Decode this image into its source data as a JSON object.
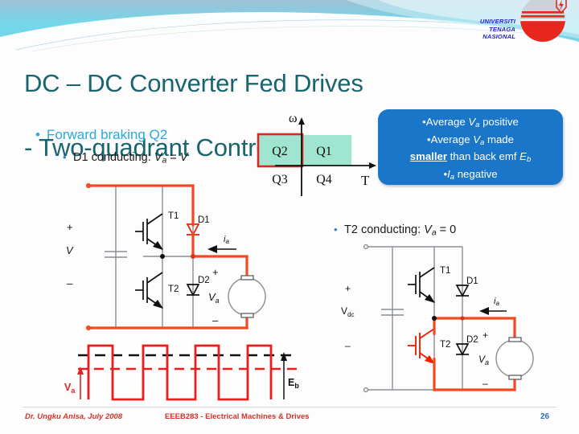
{
  "slide": {
    "title_line1": "DC – DC Converter Fed Drives",
    "title_line2": "- Two-quadrant Control",
    "title_color": "#19656f"
  },
  "logo": {
    "line1": "UNIVERSITI",
    "line2": "TENAGA",
    "line3": "NASIONAL",
    "text_color": "#2222cc",
    "mark_color": "#e8261e"
  },
  "bullets": {
    "level1": {
      "marker": "•",
      "text": "Forward braking Q2",
      "color": "#2aa9dd"
    },
    "level2_left": {
      "marker": "•",
      "text_plain": "D1 conducting: Va = V"
    },
    "level2_right": {
      "marker": "•",
      "text_plain": "T2 conducting: Va = 0"
    }
  },
  "quadrant_chart": {
    "y_axis_label": "ω",
    "x_axis_label": "T",
    "quadrants": [
      {
        "id": "Q2",
        "label": "Q2",
        "active": true,
        "fill": "#9fe5cf"
      },
      {
        "id": "Q1",
        "label": "Q1",
        "active": false,
        "fill": "#9fe5cf"
      },
      {
        "id": "Q3",
        "label": "Q3",
        "active": false,
        "fill": "none"
      },
      {
        "id": "Q4",
        "label": "Q4",
        "active": false,
        "fill": "none"
      }
    ],
    "highlight_color": "#d62b1f"
  },
  "callout": {
    "bg_color": "#1976c8",
    "lines": [
      "•Average Va positive",
      "•Average Va made",
      "smaller than back emf Eb",
      "•Ia negative"
    ]
  },
  "circuit_left": {
    "caption": "D1 conducting: Va = V",
    "source_plus": "+",
    "source_label": "V",
    "source_minus": "–",
    "t1": "T1",
    "t2": "T2",
    "d1": "D1",
    "d2": "D2",
    "current_label": "ia",
    "motor_plus": "+",
    "motor_label": "Va",
    "motor_minus": "–",
    "highlighted_path": [
      "top-rail",
      "D1",
      "motor-loop",
      "bottom-rail"
    ],
    "highlight_color": "#f04b20"
  },
  "circuit_right": {
    "caption": "T2 conducting: Va = 0",
    "source_plus": "+",
    "source_label": "Vdc",
    "source_minus": "–",
    "t1": "T1",
    "t2": "T2",
    "d1": "D1",
    "d2": "D2",
    "current_label": "ia",
    "motor_plus": "+",
    "motor_label": "Va",
    "motor_minus": "–",
    "highlighted_path": [
      "T2",
      "motor-loop"
    ],
    "highlight_color": "#f04b20"
  },
  "waveform": {
    "va_label": "Va",
    "eb_label": "Eb",
    "wave_color": "#ee1c1c",
    "eb_line_color": "#111111",
    "avg_line_color": "#ee1c1c",
    "pulses": 4,
    "duty_cycle_percent": 42,
    "description": "Chopped Va square wave with average (red dashed) below back-emf Eb (black dashed)"
  },
  "footer": {
    "author": "Dr. Ungku Anisa, July 2008",
    "course": "EEEB283 - Electrical Machines & Drives",
    "page": "26"
  }
}
